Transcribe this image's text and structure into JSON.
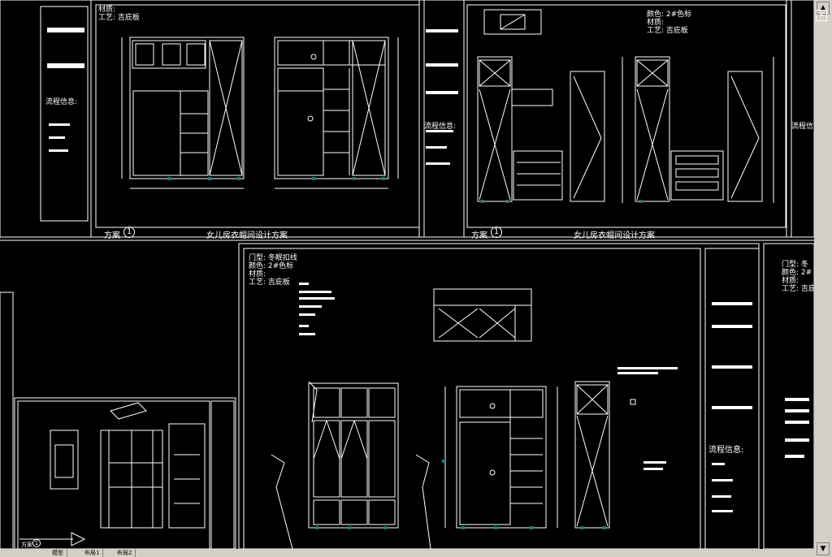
{
  "app": {
    "title": ""
  },
  "sheets": {
    "top_left": {
      "material": "材质:",
      "craft": "工艺: 吉庇板",
      "scheme_label": "方案",
      "scheme_number": "1",
      "title": "女儿房衣帽间设计方案"
    },
    "top_mid_side": {
      "flow_label": "流程信息:"
    },
    "top_right": {
      "color": "颜色: 2#色标",
      "material": "材质:",
      "craft": "工艺: 吉庇板",
      "flow_label": "流程信息:",
      "scheme_label": "方案",
      "scheme_number": "1",
      "title": "女儿房衣帽间设计方案"
    },
    "bottom_mid": {
      "door": "门型: 冬眠扣线",
      "color": "颜色: 2#色标",
      "material": "材质:",
      "craft": "工艺: 吉庇板",
      "flow_label": "流程信息:"
    },
    "bottom_right": {
      "door": "门型: 冬",
      "color": "颜色: 2#",
      "material": "材质:",
      "craft": "工艺: 吉庇"
    },
    "bottom_left": {
      "scheme_label": "方案",
      "scheme_number": "1"
    }
  },
  "tabs": [
    "模型",
    "布局1",
    "布局2"
  ],
  "colors": {
    "background": "#000000",
    "line": "#ffffff",
    "accent": "#1a7a7a",
    "chrome": "#d4d0c8"
  }
}
